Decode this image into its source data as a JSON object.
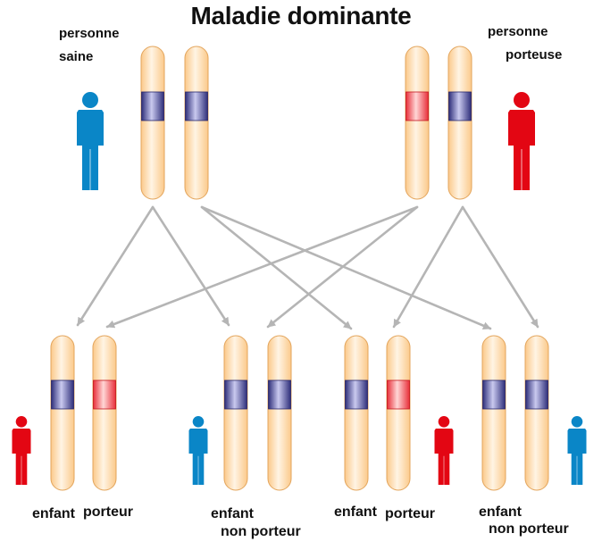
{
  "title": "Maladie dominante",
  "parents": {
    "left": {
      "line1": "personne",
      "line2": "saine",
      "person_color": "#0a86c7",
      "bands": [
        "normal",
        "normal"
      ]
    },
    "right": {
      "line1": "personne",
      "line2": "porteuse",
      "person_color": "#e30613",
      "bands": [
        "mutant",
        "normal"
      ]
    }
  },
  "children": [
    {
      "word": "enfant",
      "status": "porteur",
      "person_color": "#e30613",
      "bands": [
        "normal",
        "mutant"
      ]
    },
    {
      "word": "enfant",
      "status": "non porteur",
      "person_color": "#0a86c7",
      "bands": [
        "normal",
        "normal"
      ]
    },
    {
      "word": "enfant",
      "status": "porteur",
      "person_color": "#e30613",
      "bands": [
        "normal",
        "mutant"
      ]
    },
    {
      "word": "enfant",
      "status": "non porteur",
      "person_color": "#0a86c7",
      "bands": [
        "normal",
        "normal"
      ]
    }
  ],
  "colors": {
    "chromosome_fill": "#fbc98a",
    "chromosome_highlight": "#fff4e4",
    "chromosome_outline": "#e3a55c",
    "band_normal": "#3b3b8f",
    "band_mutant": "#e8303a",
    "arrow": "#b5b5b5"
  }
}
